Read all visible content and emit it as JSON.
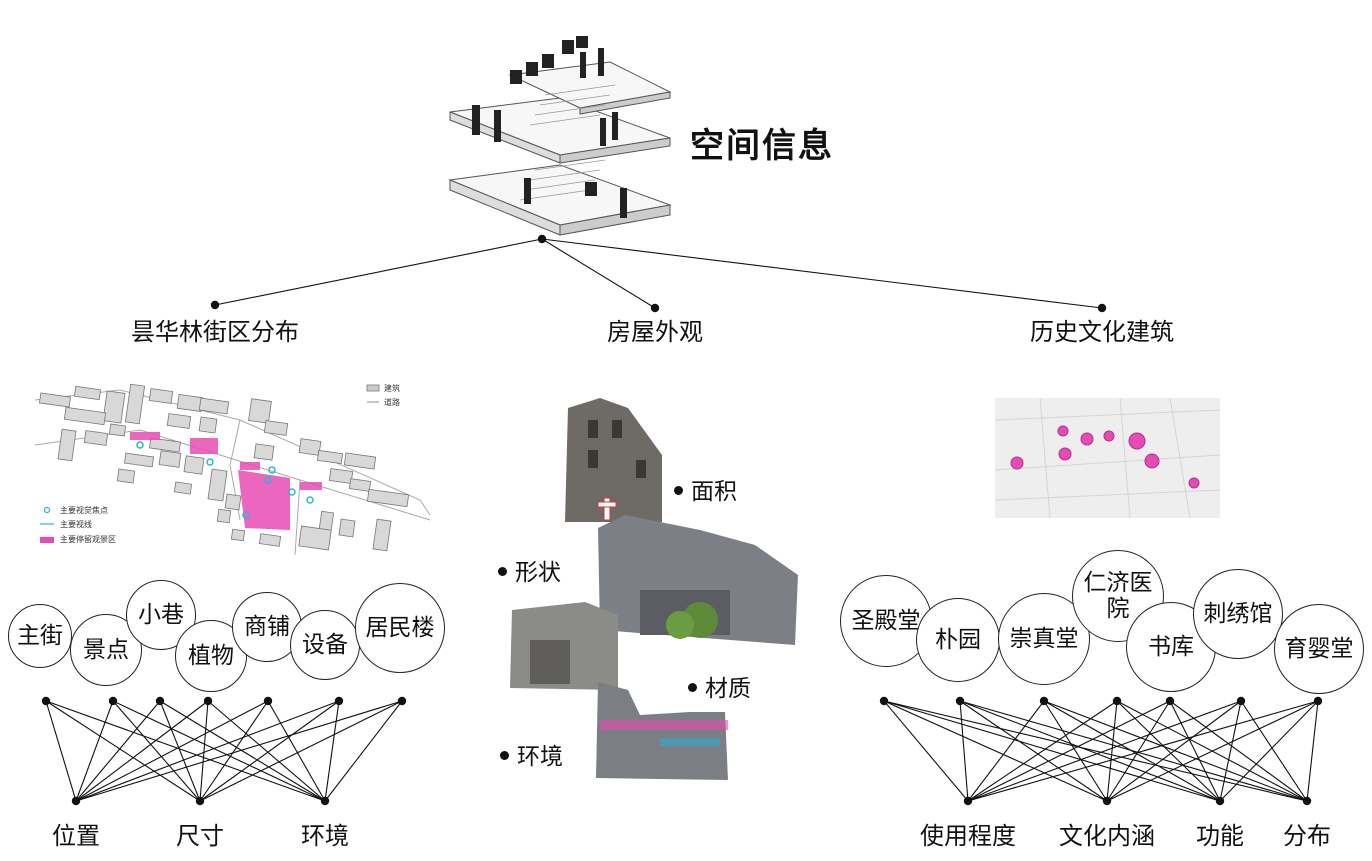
{
  "title": "空间信息",
  "branches": {
    "left": "昙华林街区分布",
    "middle": "房屋外观",
    "right": "历史文化建筑"
  },
  "map_legend": {
    "building": "建筑",
    "road": "道路",
    "focus": "主要视觉焦点",
    "sightline": "主要视线",
    "stay_area": "主要停留观景区"
  },
  "left_bubbles": [
    "主街",
    "景点",
    "小巷",
    "植物",
    "商铺",
    "设备",
    "居民楼"
  ],
  "left_bottom": [
    "位置",
    "尺寸",
    "环境"
  ],
  "middle_bullets": [
    "面积",
    "形状",
    "材质",
    "环境"
  ],
  "right_bubbles": [
    "圣殿堂",
    "朴园",
    "崇真堂",
    "仁济医院",
    "书库",
    "刺绣馆",
    "育婴堂"
  ],
  "right_bottom": [
    "使用程度",
    "文化内涵",
    "功能",
    "分布"
  ],
  "colors": {
    "highlight": "#e64bb4",
    "cyan": "#27b7d8",
    "line": "#111111"
  }
}
